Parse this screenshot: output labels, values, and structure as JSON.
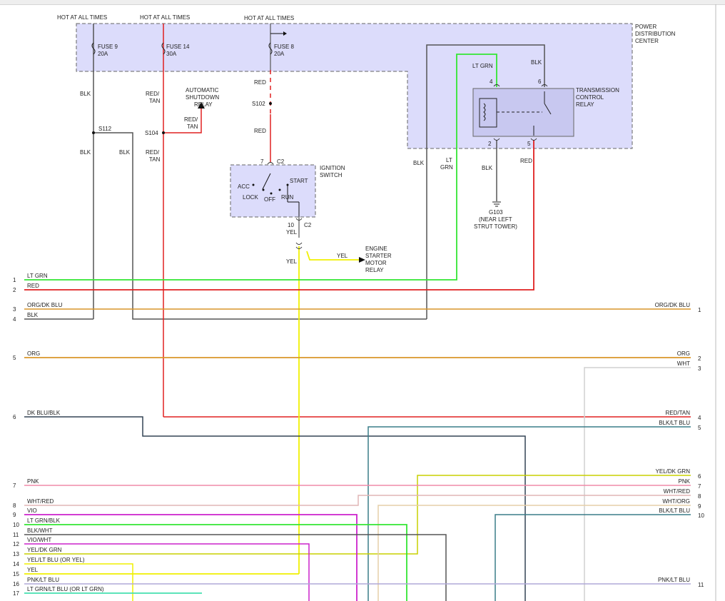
{
  "colors": {
    "background": "#ffffff",
    "box_fill": "#dcdcfb",
    "box_stroke": "#666666",
    "lt_grn": "#33e633",
    "red": "#e02020",
    "org": "#d9962a",
    "blk": "#444444",
    "dk_blu_blk": "#334455",
    "yel": "#f0f000",
    "pnk": "#f08aa8",
    "vio": "#cc22cc",
    "blk_lt_blu": "#3a7d88",
    "wht": "#d0d0d0",
    "wht_red": "#e0b5b5",
    "wht_org": "#e6cfa8",
    "pnk_lt_blu": "#b0a8d8",
    "lt_grn_lt_blu": "#44e0b0",
    "yel_dk_grn": "#c8d000"
  },
  "header": {
    "hot1": "HOT AT ALL TIMES",
    "hot2": "HOT AT ALL TIMES",
    "hot3": "HOT AT ALL TIMES"
  },
  "pdc": {
    "label1": "POWER",
    "label2": "DISTRIBUTION",
    "label3": "CENTER",
    "fuse9": "FUSE 9",
    "fuse9_amp": "20A",
    "fuse14": "FUSE 14",
    "fuse14_amp": "30A",
    "fuse8": "FUSE 8",
    "fuse8_amp": "20A"
  },
  "tcr": {
    "label1": "TRANSMISSION",
    "label2": "CONTROL",
    "label3": "RELAY",
    "pin4": "4",
    "pin6": "6",
    "pin2": "2",
    "pin5": "5",
    "wire4": "LT GRN",
    "wire6": "BLK"
  },
  "ignition": {
    "label1": "IGNITION",
    "label2": "SWITCH",
    "pin7": "7",
    "c2_top": "C2",
    "acc": "ACC",
    "lock": "LOCK",
    "off": "OFF",
    "run": "RUN",
    "start": "START",
    "pin10": "10",
    "c2_bot": "C2"
  },
  "asd": {
    "label1": "AUTOMATIC",
    "label2": "SHUTDOWN",
    "label3": "RELAY",
    "wire_a": "RED/",
    "wire_b": "TAN"
  },
  "starter": {
    "label1": "ENGINE",
    "label2": "STARTER",
    "label3": "MOTOR",
    "label4": "RELAY",
    "wire": "YEL"
  },
  "ground": {
    "id": "G103",
    "label1": "(NEAR LEFT",
    "label2": "STRUT TOWER)"
  },
  "wire_labels": {
    "blk_a": "BLK",
    "blk_b": "BLK",
    "blk_c": "BLK",
    "s112": "S112",
    "red_tan_a1": "RED/",
    "red_tan_a2": "TAN",
    "s104": "S104",
    "red_tan_b1": "RED/",
    "red_tan_b2": "TAN",
    "red_a": "RED",
    "s102": "S102",
    "red_b": "RED",
    "yel_a": "YEL",
    "yel_b": "YEL",
    "blk_d": "BLK",
    "lt_a": "LT",
    "grn_a": "GRN",
    "blk_e": "BLK",
    "red_c": "RED"
  },
  "left_connector": [
    {
      "pin": "1",
      "label": "LT GRN"
    },
    {
      "pin": "2",
      "label": "RED"
    },
    {
      "pin": "3",
      "label": "ORG/DK BLU"
    },
    {
      "pin": "4",
      "label": "BLK"
    },
    {
      "pin": "5",
      "label": "ORG"
    },
    {
      "pin": "6",
      "label": "DK BLU/BLK"
    },
    {
      "pin": "7",
      "label": "PNK"
    },
    {
      "pin": "8",
      "label": "WHT/RED"
    },
    {
      "pin": "9",
      "label": "VIO"
    },
    {
      "pin": "10",
      "label": "LT GRN/BLK"
    },
    {
      "pin": "11",
      "label": "BLK/WHT"
    },
    {
      "pin": "12",
      "label": "VIO/WHT"
    },
    {
      "pin": "13",
      "label": "YEL/DK GRN"
    },
    {
      "pin": "14",
      "label": "YEL/LT BLU (OR YEL)"
    },
    {
      "pin": "15",
      "label": "YEL"
    },
    {
      "pin": "16",
      "label": "PNK/LT BLU"
    },
    {
      "pin": "17",
      "label": "LT GRN/LT BLU (OR LT GRN)"
    }
  ],
  "right_connector": [
    {
      "pin": "1",
      "label": "ORG/DK BLU"
    },
    {
      "pin": "2",
      "label": "ORG"
    },
    {
      "pin": "3",
      "label": "WHT"
    },
    {
      "pin": "4",
      "label": "RED/TAN"
    },
    {
      "pin": "5",
      "label": "BLK/LT BLU"
    },
    {
      "pin": "6",
      "label": "YEL/DK GRN"
    },
    {
      "pin": "7",
      "label": "PNK"
    },
    {
      "pin": "8",
      "label": "WHT/RED"
    },
    {
      "pin": "9",
      "label": "WHT/ORG"
    },
    {
      "pin": "10",
      "label": "BLK/LT BLU"
    },
    {
      "pin": "11",
      "label": "PNK/LT BLU"
    }
  ]
}
